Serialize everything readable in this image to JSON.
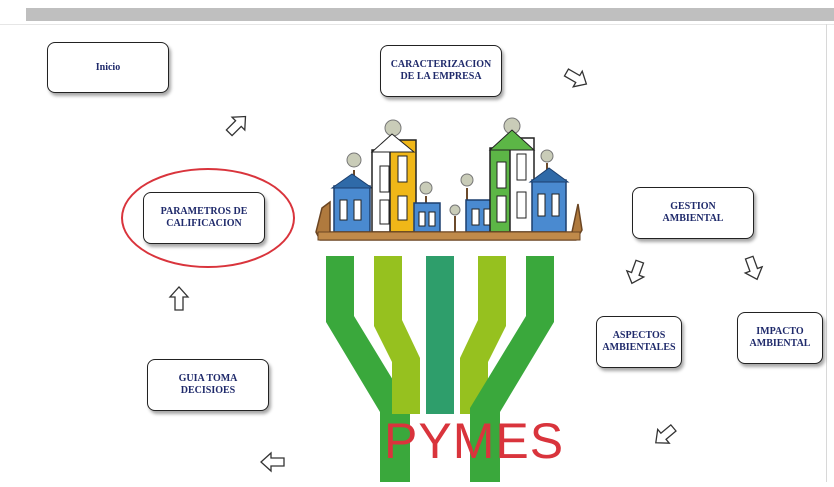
{
  "nodes": {
    "inicio": "Inicio",
    "caracterizacion": "CARACTERIZACION DE LA EMPRESA",
    "parametros": "PARAMETROS DE CALIFICACION",
    "gestion": "GESTION AMBIENTAL",
    "aspectos": "ASPECTOS AMBIENTALES",
    "impacto": "IMPACTO AMBIENTAL",
    "guia": "GUIA TOMA DECISIOES"
  },
  "logo": {
    "text": "PYMES"
  },
  "colors": {
    "accent_red": "#d9343c",
    "label_navy": "#1f2a6b",
    "funnel_dark_green": "#3aa83c",
    "funnel_light_green": "#96c11f",
    "funnel_teal": "#2e9e6b"
  },
  "icons": [
    "hollow-arrow-icon"
  ]
}
